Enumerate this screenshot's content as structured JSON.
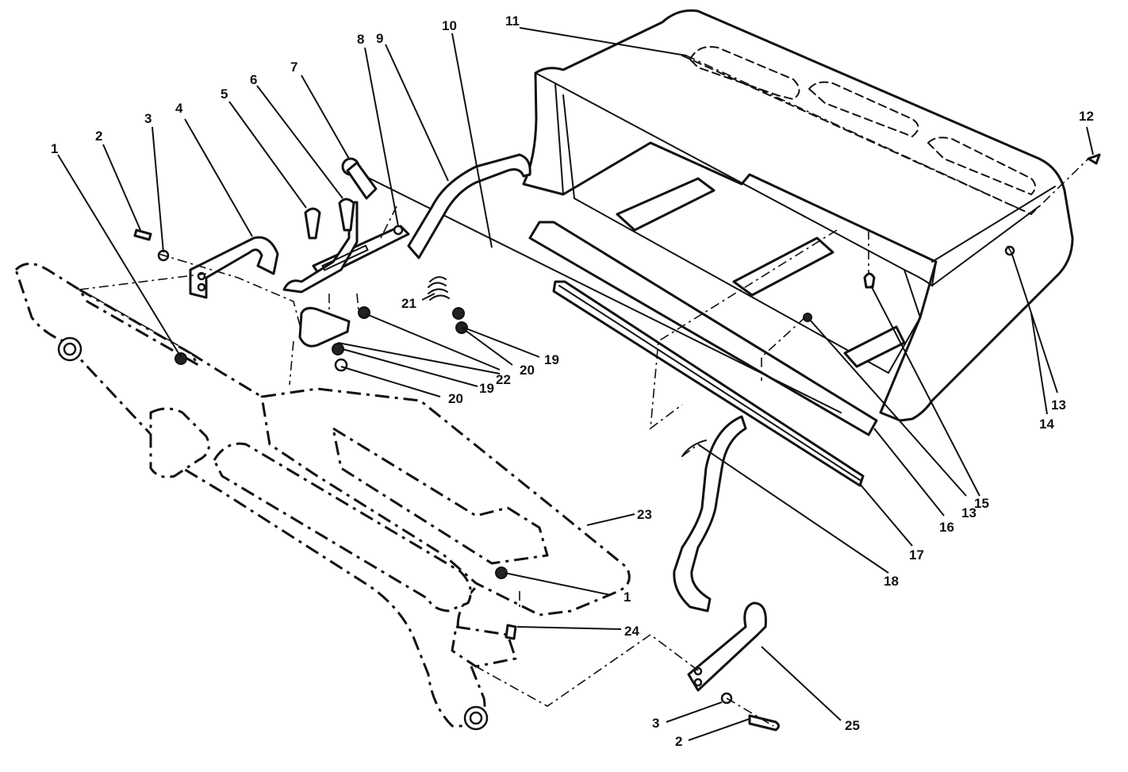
{
  "diagram": {
    "callouts": [
      {
        "id": "c1a",
        "label": "1"
      },
      {
        "id": "c2a",
        "label": "2"
      },
      {
        "id": "c3a",
        "label": "3"
      },
      {
        "id": "c4",
        "label": "4"
      },
      {
        "id": "c5",
        "label": "5"
      },
      {
        "id": "c6",
        "label": "6"
      },
      {
        "id": "c7",
        "label": "7"
      },
      {
        "id": "c8",
        "label": "8"
      },
      {
        "id": "c9",
        "label": "9"
      },
      {
        "id": "c10",
        "label": "10"
      },
      {
        "id": "c11",
        "label": "11"
      },
      {
        "id": "c12",
        "label": "12"
      },
      {
        "id": "c13a",
        "label": "13"
      },
      {
        "id": "c14",
        "label": "14"
      },
      {
        "id": "c13b",
        "label": "13"
      },
      {
        "id": "c15",
        "label": "15"
      },
      {
        "id": "c16",
        "label": "16"
      },
      {
        "id": "c17",
        "label": "17"
      },
      {
        "id": "c18",
        "label": "18"
      },
      {
        "id": "c19a",
        "label": "19"
      },
      {
        "id": "c20a",
        "label": "20"
      },
      {
        "id": "c22",
        "label": "22"
      },
      {
        "id": "c19b",
        "label": "19"
      },
      {
        "id": "c20b",
        "label": "20"
      },
      {
        "id": "c21",
        "label": "21"
      },
      {
        "id": "c23",
        "label": "23"
      },
      {
        "id": "c1b",
        "label": "1"
      },
      {
        "id": "c24",
        "label": "24"
      },
      {
        "id": "c25",
        "label": "25"
      },
      {
        "id": "c3b",
        "label": "3"
      },
      {
        "id": "c2b",
        "label": "2"
      }
    ]
  }
}
